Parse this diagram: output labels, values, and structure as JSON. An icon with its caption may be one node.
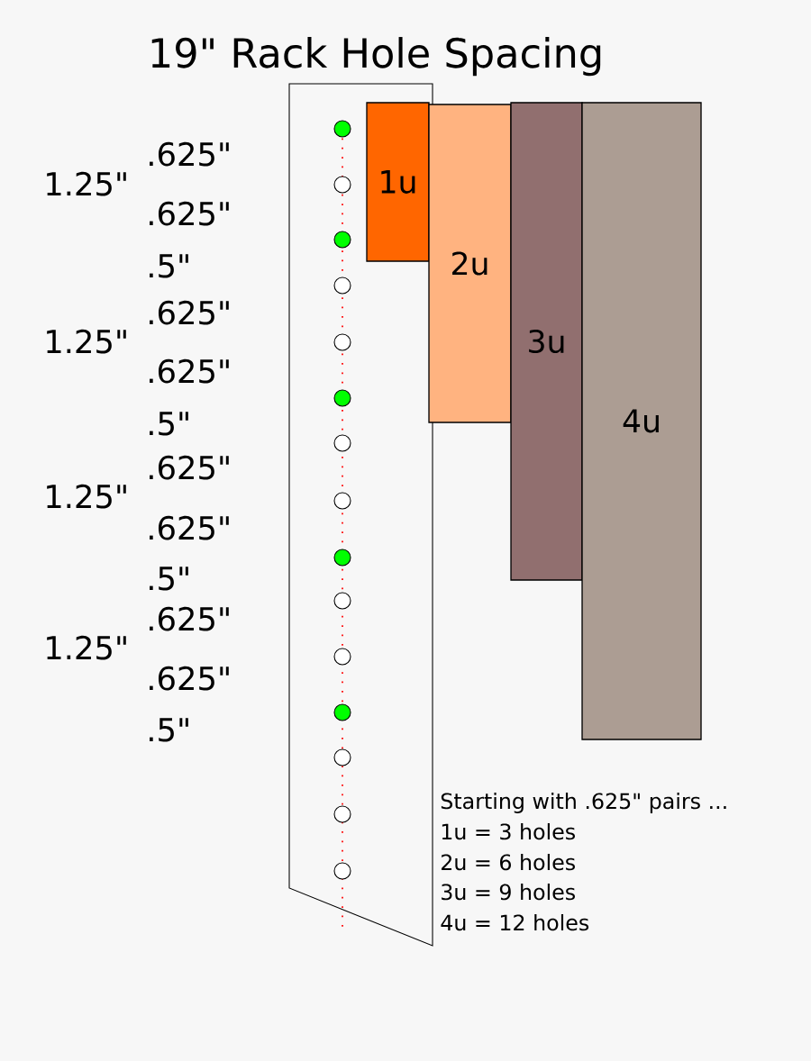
{
  "diagram": {
    "title": "19\" Rack Hole Spacing",
    "nodes": [
      {
        "text": [
          "1u"
        ]
      },
      {
        "text": [
          "2u"
        ]
      },
      {
        "text": [
          "3u"
        ]
      },
      {
        "text": [
          "4u"
        ]
      }
    ],
    "labels": [
      ".625\"",
      "1.25\"",
      ".625\"",
      ".5\"",
      ".625\"",
      "1.25\"",
      ".625\"",
      ".5\"",
      ".625\"",
      "1.25\"",
      ".625\"",
      ".5\"",
      ".625\"",
      "1.25\"",
      ".625\"",
      ".5\"",
      "Starting with .625\" pairs ...",
      "1u =  3 holes",
      "2u =  6 holes",
      "3u =  9 holes",
      "4u = 12 holes"
    ]
  }
}
